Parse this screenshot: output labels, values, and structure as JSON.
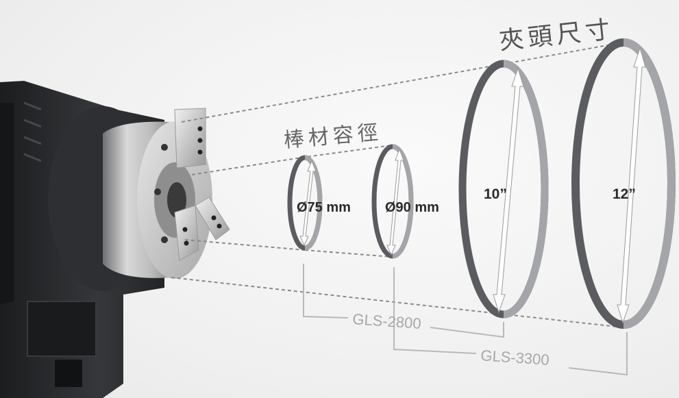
{
  "labels": {
    "chuck_size_title": "夾頭尺寸",
    "bar_capacity_title": "棒材容徑"
  },
  "rings": [
    {
      "label": "Ø75 mm"
    },
    {
      "label": "Ø90 mm"
    },
    {
      "label": "10”"
    },
    {
      "label": "12”"
    }
  ],
  "models": [
    {
      "label": "GLS-2800"
    },
    {
      "label": "GLS-3300"
    }
  ],
  "colors": {
    "ring_dark": "#5a5c60",
    "ring_light": "#a3a5a8",
    "guide_line": "#8a8a8a",
    "bracket": "#b8b8b8",
    "model_text": "#a8a8a8",
    "machine_dark": "#2a2b2d",
    "chuck_silver": "#c9c9c9"
  }
}
